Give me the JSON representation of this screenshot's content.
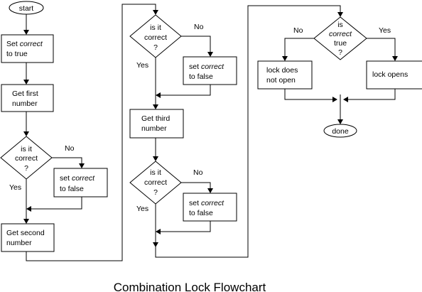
{
  "caption": "Combination Lock Flowchart",
  "nodes": {
    "start": "start",
    "set_correct_true": {
      "pre": "Set ",
      "em": "correct",
      "line2": "to true"
    },
    "get_first": {
      "line1": "Get first",
      "line2": "number"
    },
    "check1": {
      "line1": "is it",
      "line2": "correct",
      "line3": "?"
    },
    "set_false_1": {
      "pre": "set ",
      "em": "correct",
      "line2": "to false"
    },
    "get_second": {
      "line1": "Get second",
      "line2": "number"
    },
    "check2": {
      "line1": "is it",
      "line2": "correct",
      "line3": "?"
    },
    "set_false_2": {
      "pre": "set ",
      "em": "correct",
      "line2": "to false"
    },
    "get_third": {
      "line1": "Get third",
      "line2": "number"
    },
    "check3": {
      "line1": "is it",
      "line2": "correct",
      "line3": "?"
    },
    "set_false_3": {
      "pre": "set ",
      "em": "correct",
      "line2": "to false"
    },
    "check_true": {
      "line1": "is",
      "line2": "correct",
      "line3": "true",
      "line4": "?"
    },
    "lock_no_open": {
      "line1": "lock does",
      "line2": "not open"
    },
    "lock_opens": "lock opens",
    "done": "done"
  },
  "labels": {
    "yes": "Yes",
    "no": "No"
  }
}
